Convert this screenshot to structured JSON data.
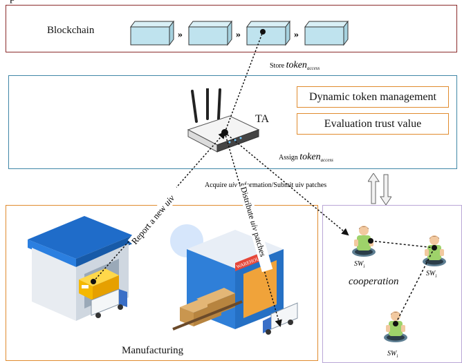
{
  "blockchain_panel": {
    "label": "Blockchain"
  },
  "ta_panel": {
    "label": "TA",
    "functions": [
      "Dynamic token management",
      "Evaluation trust value"
    ]
  },
  "arrows": {
    "store": {
      "prefix": "Store ",
      "token": "token",
      "sub": "access"
    },
    "assign": {
      "prefix": "Assign ",
      "token": "token",
      "sub": "access"
    },
    "acquire": {
      "part1": "Acquire ",
      "uiv": "uiv",
      "part2": " information/Submit uiv patches"
    },
    "report": {
      "text": "Report a new ",
      "uiv": "uiv"
    },
    "distribute": {
      "text": "Distribute ",
      "uiv": "uiv",
      "tail": " patches"
    }
  },
  "manufacturing_panel": {
    "label": "Manufacturing",
    "warehouse_sign": "WAREHOUSE"
  },
  "cooperation_panel": {
    "label": "cooperation",
    "workers": [
      {
        "main": "SW",
        "sub": "i"
      },
      {
        "main": "SW",
        "sub": "i"
      },
      {
        "main": "SW",
        "sub": "i"
      }
    ]
  },
  "colors": {
    "blockchain_border": "#8a2a2a",
    "ta_border": "#3f86a6",
    "manufacturing_border": "#e08a2c",
    "cooperation_border": "#b9a6d6",
    "block_fill": "#bfe3ee",
    "warehouse_blue": "#2f7fd8"
  }
}
